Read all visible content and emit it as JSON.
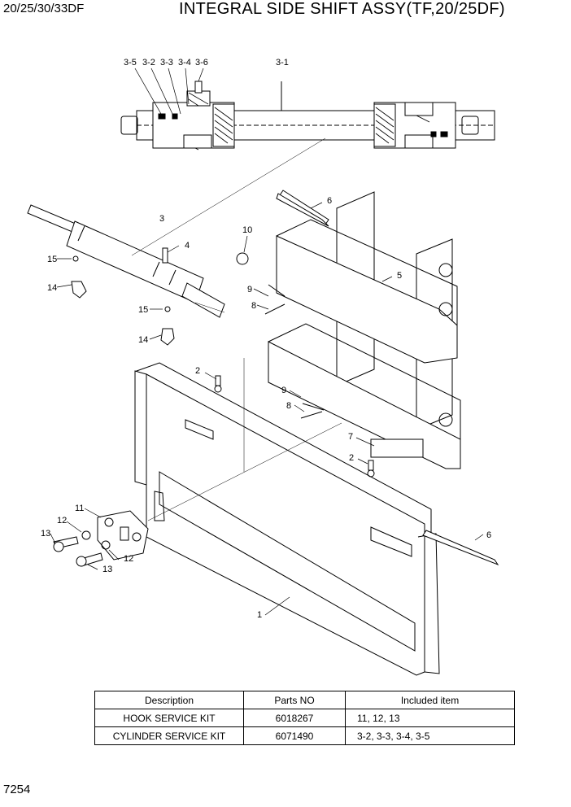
{
  "header": {
    "model": "20/25/30/33DF",
    "title": "INTEGRAL SIDE SHIFT ASSY(TF,20/25DF)"
  },
  "callouts": {
    "c3_5": "3-5",
    "c3_2": "3-2",
    "c3_3": "3-3",
    "c3_4": "3-4",
    "c3_6": "3-6",
    "c3_1": "3-1",
    "c3": "3",
    "c6a": "6",
    "c10": "10",
    "c4": "4",
    "c5": "5",
    "c15a": "15",
    "c14a": "14",
    "c9a": "9",
    "c8a": "8",
    "c15b": "15",
    "c14b": "14",
    "c2a": "2",
    "c9b": "9",
    "c8b": "8",
    "c7": "7",
    "c2b": "2",
    "c11": "11",
    "c12a": "12",
    "c13a": "13",
    "c12b": "12",
    "c13b": "13",
    "c6b": "6",
    "c1": "1"
  },
  "table": {
    "headers": [
      "Description",
      "Parts NO",
      "Included item"
    ],
    "rows": [
      {
        "description": "HOOK SERVICE KIT",
        "part_no": "6018267",
        "included": "11, 12, 13"
      },
      {
        "description": "CYLINDER SERVICE KIT",
        "part_no": "6071490",
        "included": "3-2, 3-3, 3-4, 3-5"
      }
    ]
  },
  "page_number": "7254"
}
